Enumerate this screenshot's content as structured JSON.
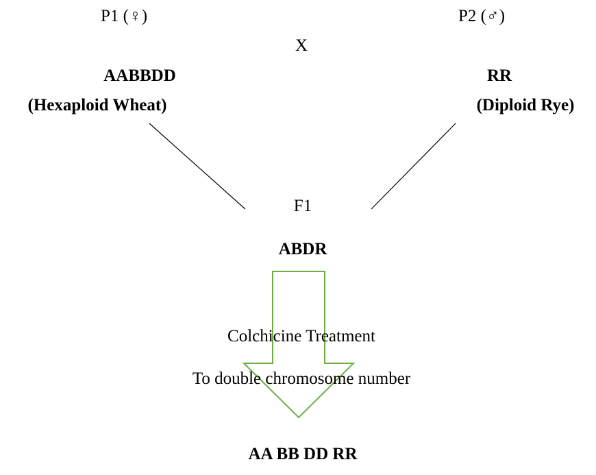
{
  "parents": {
    "p1": {
      "label": "P1 (♀)",
      "genotype": "AABBDD",
      "species": "(Hexaploid Wheat)"
    },
    "p2": {
      "label": "P2 (♂)",
      "genotype": "RR",
      "species": "(Diploid Rye)"
    },
    "cross_symbol": "X"
  },
  "f1": {
    "label": "F1",
    "genotype": "ABDR"
  },
  "treatment": {
    "title": "Colchicine Treatment",
    "description": "To double chromosome number"
  },
  "result": {
    "genotype": "AA BB DD RR"
  },
  "colors": {
    "arrow_stroke": "#70ad47",
    "line_stroke": "#000000",
    "text": "#000000"
  }
}
